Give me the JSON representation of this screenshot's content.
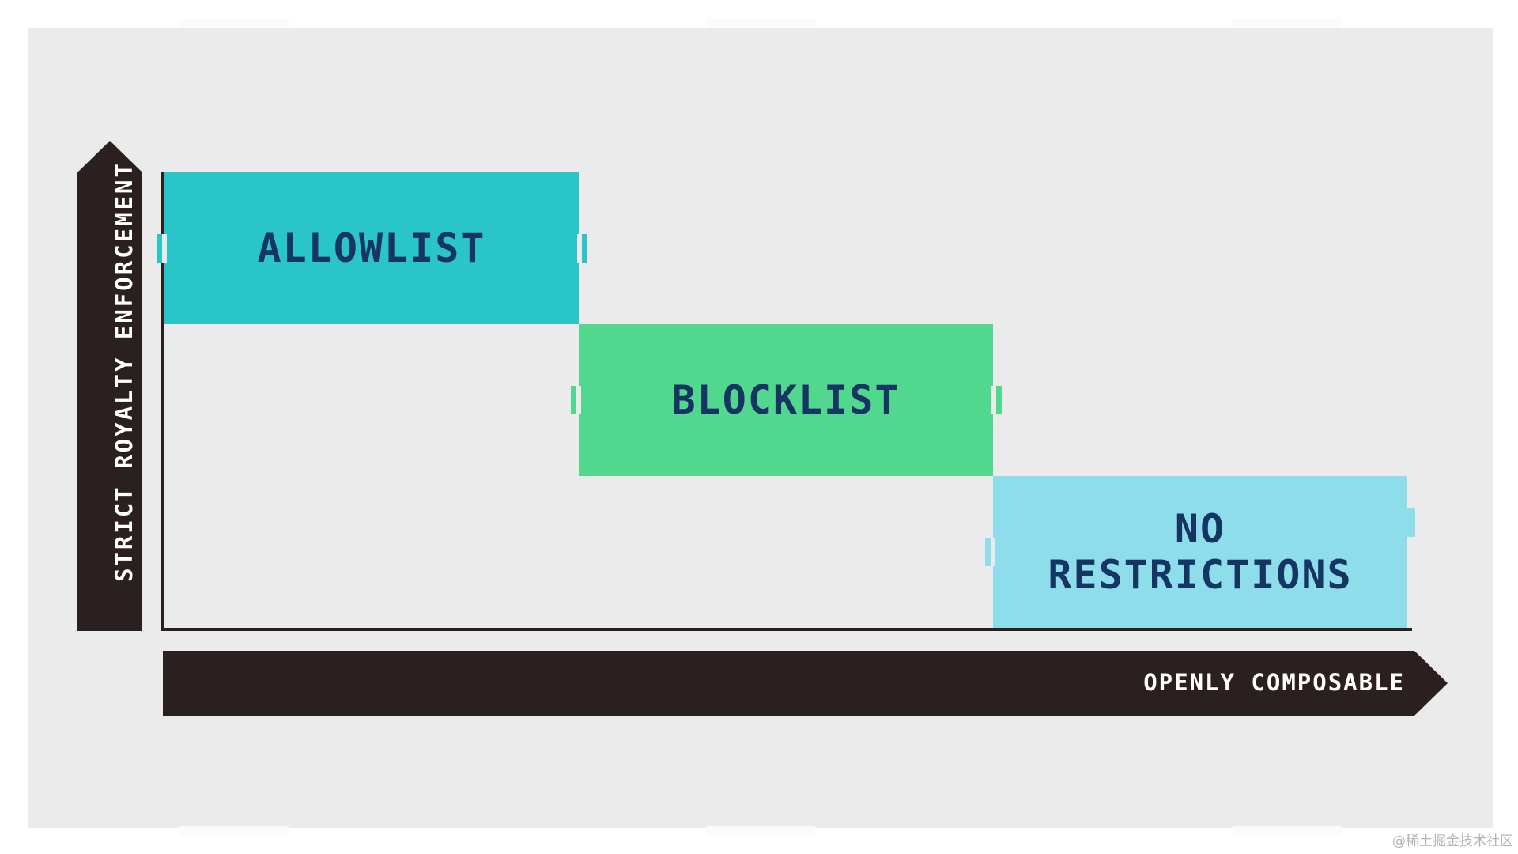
{
  "diagram": {
    "y_axis_label": "STRICT ROYALTY ENFORCEMENT",
    "x_axis_label": "OPENLY COMPOSABLE",
    "boxes": [
      {
        "label": "ALLOWLIST",
        "color": "#29c5c8"
      },
      {
        "label": "BLOCKLIST",
        "color": "#51d88e"
      },
      {
        "label": "NO RESTRICTIONS",
        "color": "#8ddeea"
      }
    ],
    "text_color": "#173563",
    "arrow_color": "#2b2020",
    "background_color": "#ebebeb"
  },
  "watermark": "@稀土掘金技术社区"
}
